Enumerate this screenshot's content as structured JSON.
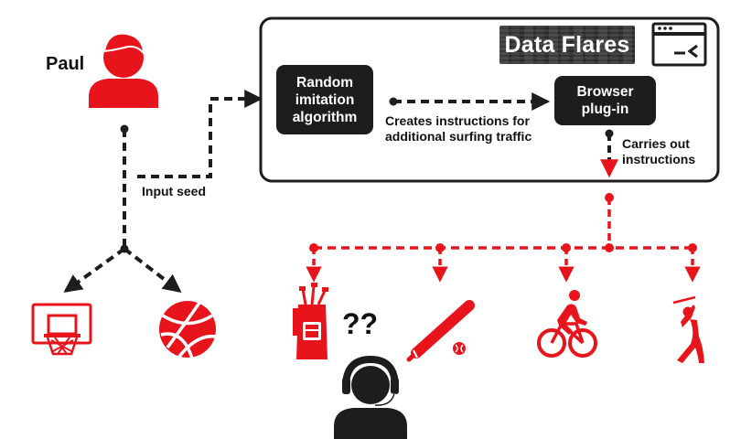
{
  "person": {
    "name": "Paul"
  },
  "labels": {
    "input_seed": "Input seed",
    "creates_instructions_line1": "Creates instructions for",
    "creates_instructions_line2": "additional surfing traffic",
    "carries_out_line1": "Carries out",
    "carries_out_line2": "instructions",
    "question_marks": "??"
  },
  "boxes": {
    "algorithm_line1": "Random",
    "algorithm_line2": "imitation",
    "algorithm_line3": "algorithm",
    "plugin_line1": "Browser",
    "plugin_line2": "plug-in"
  },
  "brand": {
    "name": "Data Flares"
  },
  "icons": {
    "real_interests": [
      "basketball-hoop-icon",
      "basketball-icon"
    ],
    "generated_interests": [
      "golf-bag-icon",
      "baseball-bat-icon",
      "cyclist-icon",
      "golfer-icon"
    ],
    "observer": "headset-person-icon",
    "window": "browser-window-icon"
  },
  "colors": {
    "accent": "#e8141c",
    "dark": "#1d1d1d",
    "text": "#111111"
  }
}
